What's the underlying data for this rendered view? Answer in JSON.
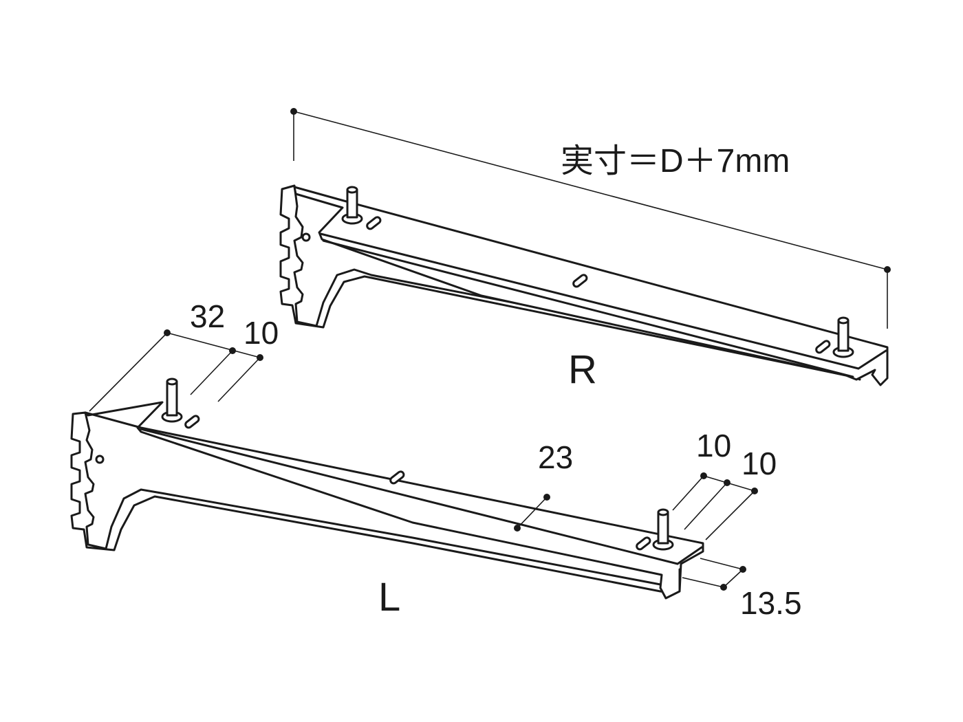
{
  "annotations": {
    "overall_length": "実寸＝D＋7mm",
    "right_label": "R",
    "left_label": "L",
    "dim_32": "32",
    "dim_10_top": "10",
    "dim_23": "23",
    "dim_10_a": "10",
    "dim_10_b": "10",
    "dim_13_5": "13.5"
  },
  "colors": {
    "line": "#1a1a1a",
    "background": "#ffffff"
  }
}
